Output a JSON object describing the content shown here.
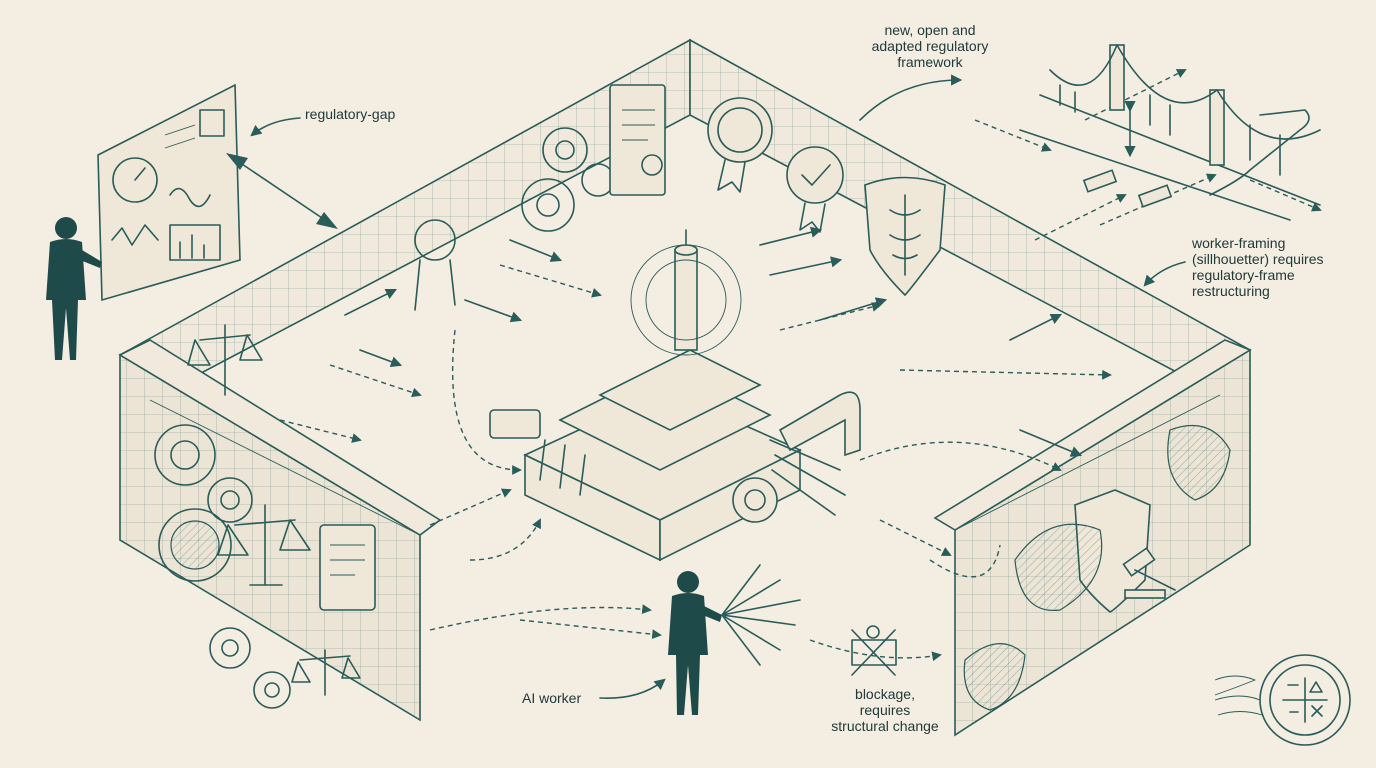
{
  "labels": {
    "regulatory_gap": "regulatory-gap",
    "framework": [
      "new, open and",
      "adapted regulatory",
      "framework"
    ],
    "worker_framing": [
      "worker-framing",
      "(sillhouetter) requires",
      "regulatory-frame",
      "restructuring"
    ],
    "ai_worker": "AI worker",
    "blockage": [
      "blockage,",
      "requires",
      "structural change"
    ]
  },
  "colors": {
    "background": "#f3ede2",
    "ink": "#2a5c5a",
    "figure": "#1f4a4a"
  },
  "icons": [
    "dashboard-panel-icon",
    "gear-icon",
    "scale-of-justice-icon",
    "certificate-icon",
    "seal-icon",
    "shield-caduceus-icon",
    "bridge-icon",
    "gavel-icon",
    "blocked-x-icon",
    "stamp-icon"
  ]
}
